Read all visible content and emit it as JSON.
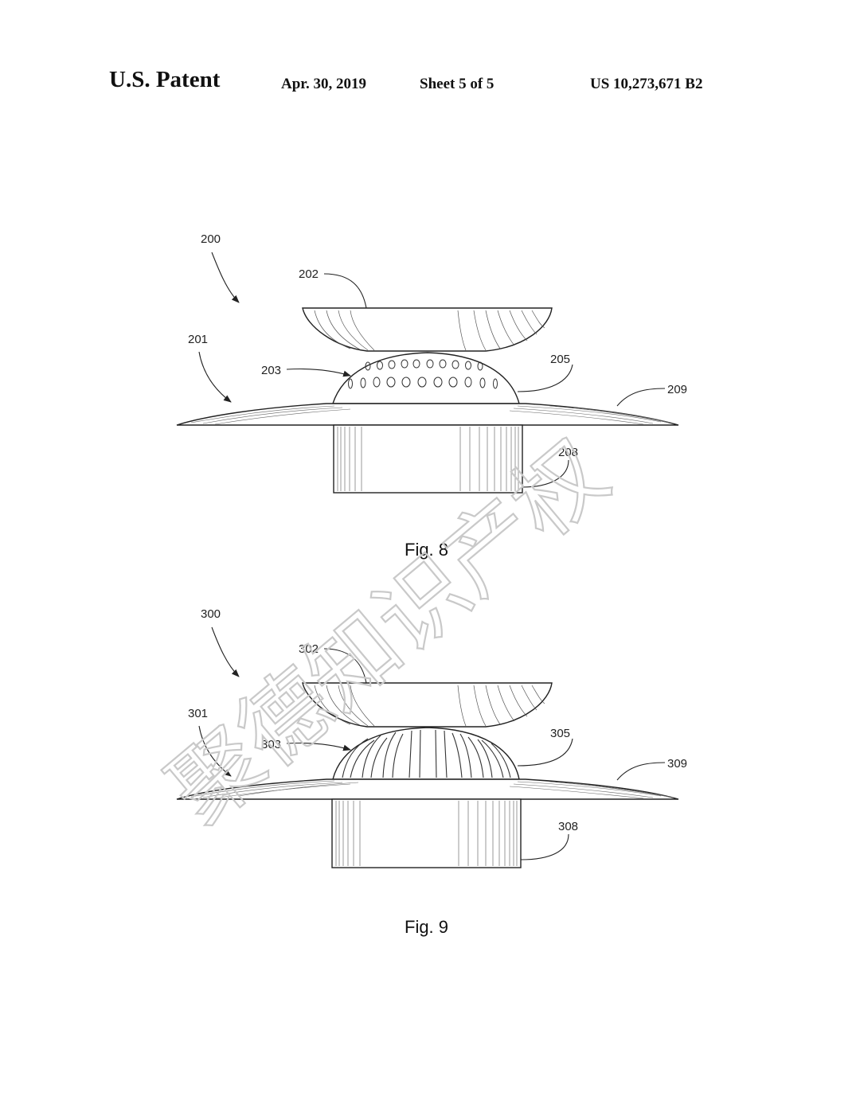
{
  "header": {
    "left": "U.S. Patent",
    "date": "Apr. 30, 2019",
    "sheet": "Sheet 5 of 5",
    "number": "US 10,273,671 B2"
  },
  "fig8": {
    "caption": "Fig. 8",
    "labels": {
      "l200": "200",
      "l201": "201",
      "l202": "202",
      "l203": "203",
      "l205": "205",
      "l208": "208",
      "l209": "209"
    }
  },
  "fig9": {
    "caption": "Fig. 9",
    "labels": {
      "l300": "300",
      "l301": "301",
      "l302": "302",
      "l303": "303",
      "l305": "305",
      "l308": "308",
      "l309": "309"
    }
  },
  "watermark": "聚德知识产权"
}
